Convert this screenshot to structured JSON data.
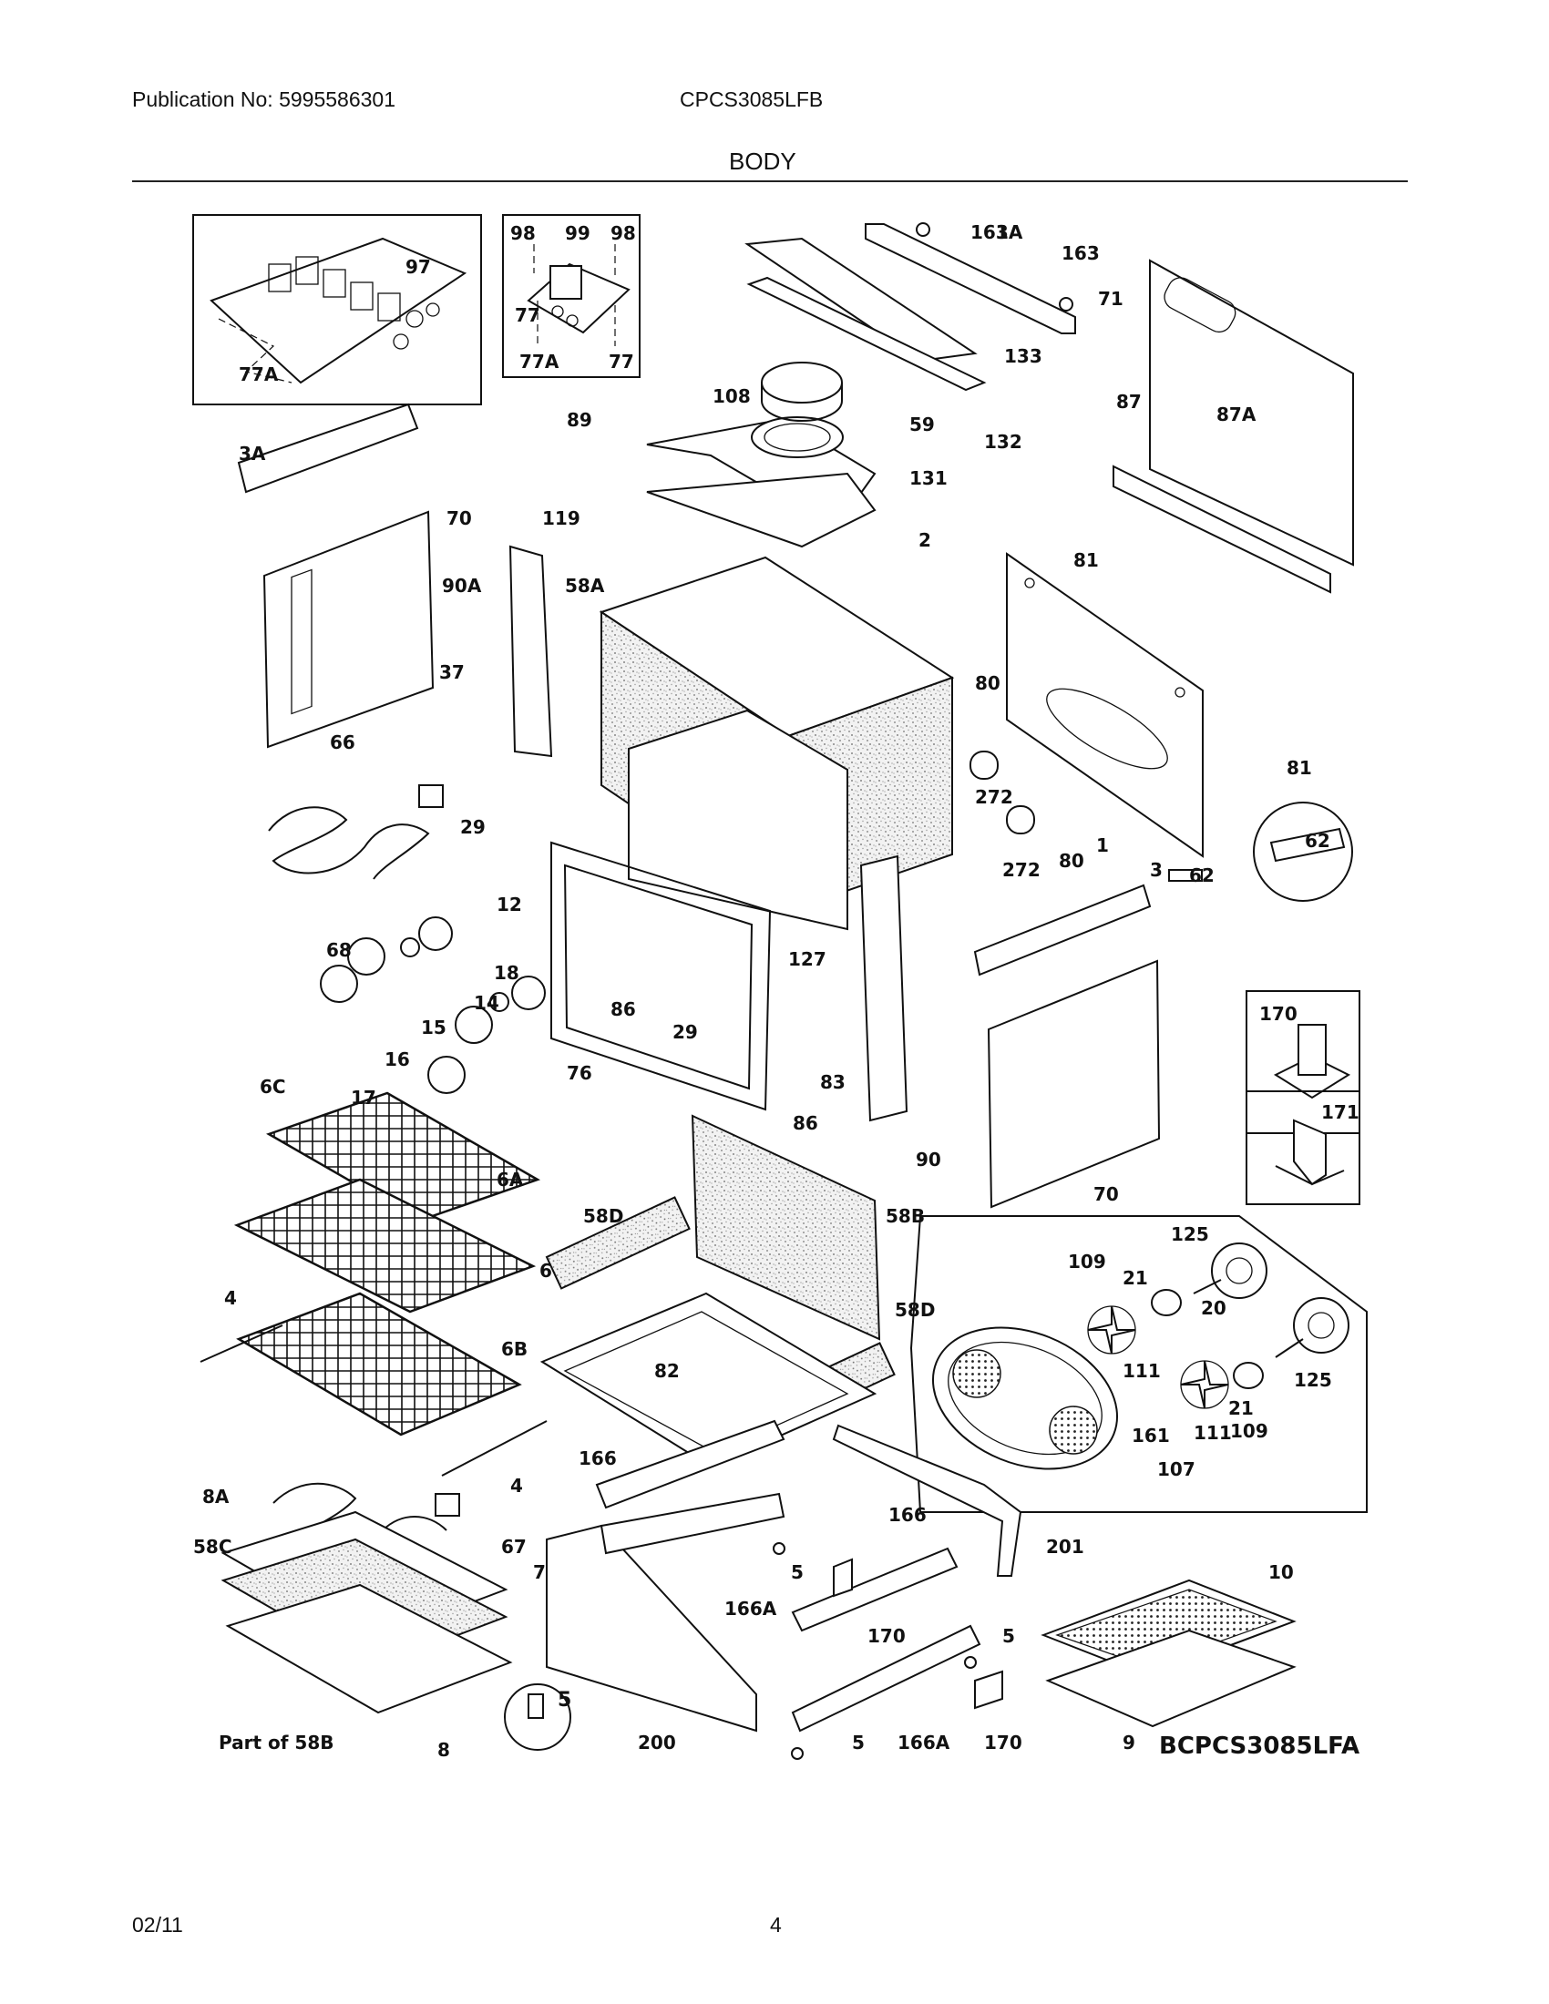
{
  "header": {
    "publication": "Publication No: 5995586301",
    "model": "CPCS3085LFB",
    "section": "BODY"
  },
  "footer": {
    "date": "02/11",
    "page": "4"
  },
  "diagram_code": "BCPCS3085LFA",
  "callouts": {
    "c163a": "163",
    "c1a": "1A",
    "c163b": "163",
    "c71": "71",
    "c97": "97",
    "c98a": "98",
    "c99": "99",
    "c98b": "98",
    "c77a": "77",
    "c77Aa": "77A",
    "c77Ab": "77A",
    "c77b": "77",
    "c133": "133",
    "c108": "108",
    "c132": "132",
    "c87": "87",
    "c87A": "87A",
    "c89": "89",
    "c59": "59",
    "c3A": "3A",
    "c131": "131",
    "c70a": "70",
    "c119": "119",
    "c2": "2",
    "c81a": "81",
    "c90A": "90A",
    "c58A": "58A",
    "c37": "37",
    "c80a": "80",
    "c81b": "81",
    "c66": "66",
    "c272a": "272",
    "c272b": "272",
    "c80b": "80",
    "c1": "1",
    "c62a": "62",
    "c29a": "29",
    "c12": "12",
    "c3": "3",
    "c62b": "62",
    "c68": "68",
    "c127": "127",
    "c18": "18",
    "c14": "14",
    "c86a": "86",
    "c15": "15",
    "c29b": "29",
    "c170a": "170",
    "c16": "16",
    "c76": "76",
    "c83": "83",
    "c6C": "6C",
    "c17": "17",
    "c86b": "86",
    "c171": "171",
    "c90": "90",
    "c6A": "6A",
    "c70b": "70",
    "c58D": "58D",
    "c58B": "58B",
    "c125a": "125",
    "c109a": "109",
    "c21a": "21",
    "c6": "6",
    "c20": "20",
    "c4a": "4",
    "c58Db": "58D",
    "c6B": "6B",
    "c82": "82",
    "c111a": "111",
    "c125b": "125",
    "c21b": "21",
    "c161": "161",
    "c111b": "111",
    "c109b": "109",
    "c107": "107",
    "c166a": "166",
    "c4b": "4",
    "c8A": "8A",
    "c166b": "166",
    "c201": "201",
    "c58C": "58C",
    "c67": "67",
    "c7": "7",
    "c5a": "5",
    "c166A": "166A",
    "c10": "10",
    "c170b": "170",
    "c5b": "5",
    "c5c": "5",
    "c200": "200",
    "cpart58B": "Part of 58B",
    "c8": "8",
    "c5d": "5",
    "c166Ab": "166A",
    "c170c": "170",
    "c9": "9"
  }
}
